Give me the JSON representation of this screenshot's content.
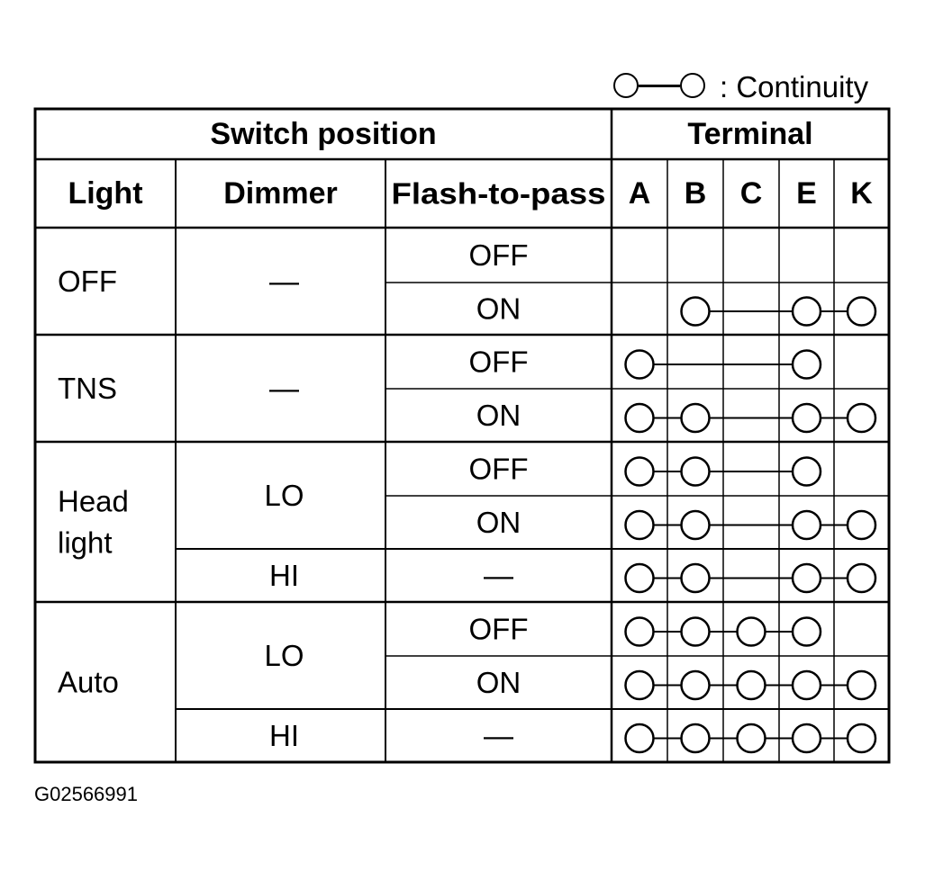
{
  "legend": {
    "text": ": Continuity"
  },
  "headers": {
    "switch_position": "Switch position",
    "terminal": "Terminal",
    "light": "Light",
    "dimmer": "Dimmer",
    "flash": "Flash-to-pass",
    "terminals": [
      "A",
      "B",
      "C",
      "E",
      "K"
    ]
  },
  "light_groups": [
    {
      "label_lines": [
        "OFF"
      ],
      "rows": [
        0,
        1
      ]
    },
    {
      "label_lines": [
        "TNS"
      ],
      "rows": [
        2,
        3
      ]
    },
    {
      "label_lines": [
        "Head",
        "light"
      ],
      "rows": [
        4,
        6
      ]
    },
    {
      "label_lines": [
        "Auto"
      ],
      "rows": [
        7,
        9
      ]
    }
  ],
  "dimmer_groups": [
    {
      "label": "—",
      "rows": [
        0,
        1
      ]
    },
    {
      "label": "—",
      "rows": [
        2,
        3
      ]
    },
    {
      "label": "LO",
      "rows": [
        4,
        5
      ]
    },
    {
      "label": "HI",
      "rows": [
        6,
        6
      ]
    },
    {
      "label": "LO",
      "rows": [
        7,
        8
      ]
    },
    {
      "label": "HI",
      "rows": [
        9,
        9
      ]
    }
  ],
  "rows": [
    {
      "flash": "OFF",
      "continuity": []
    },
    {
      "flash": "ON",
      "continuity": [
        [
          "B",
          "E",
          "K"
        ]
      ]
    },
    {
      "flash": "OFF",
      "continuity": [
        [
          "A",
          "E"
        ]
      ]
    },
    {
      "flash": "ON",
      "continuity": [
        [
          "A",
          "B",
          "E",
          "K"
        ]
      ]
    },
    {
      "flash": "OFF",
      "continuity": [
        [
          "A",
          "B",
          "E"
        ]
      ]
    },
    {
      "flash": "ON",
      "continuity": [
        [
          "A",
          "B",
          "E",
          "K"
        ]
      ]
    },
    {
      "flash": "—",
      "continuity": [
        [
          "A",
          "B",
          "E",
          "K"
        ]
      ]
    },
    {
      "flash": "OFF",
      "continuity": [
        [
          "A",
          "B",
          "C",
          "E"
        ]
      ]
    },
    {
      "flash": "ON",
      "continuity": [
        [
          "A",
          "B",
          "C",
          "E",
          "K"
        ]
      ]
    },
    {
      "flash": "—",
      "continuity": [
        [
          "A",
          "B",
          "C",
          "E",
          "K"
        ]
      ]
    }
  ],
  "caption": "G02566991"
}
